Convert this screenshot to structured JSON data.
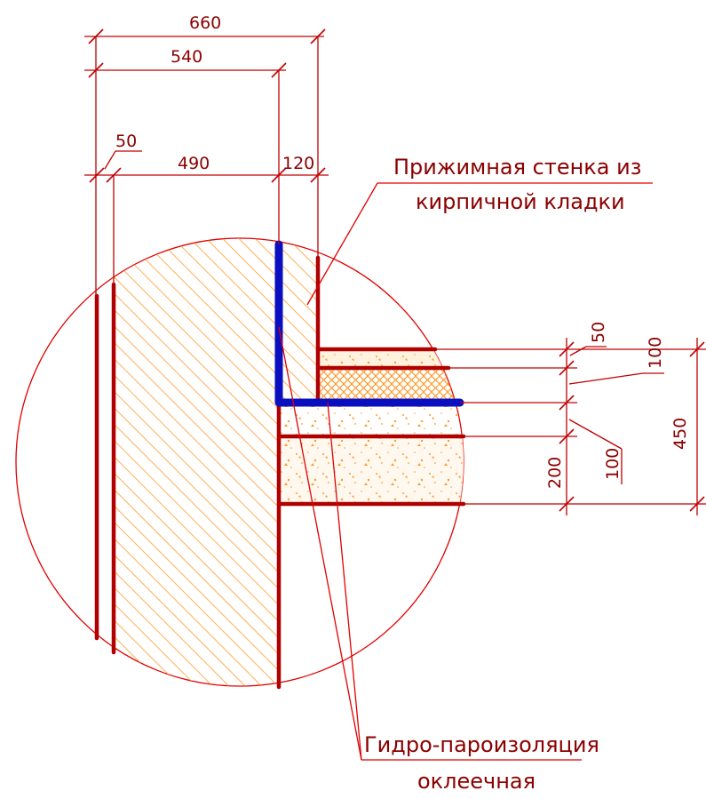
{
  "dimensions": {
    "top_660": "660",
    "top_540": "540",
    "d_50_left": "50",
    "d_490": "490",
    "d_120": "120",
    "r_50": "50",
    "r_100_top": "100",
    "r_450": "450",
    "r_200": "200",
    "r_100_bottom": "100"
  },
  "labels": {
    "brick_wall_line1": "Прижимная стенка из",
    "brick_wall_line2": "кирпичной кладки",
    "waterproofing_line1": "Гидро-пароизоляция",
    "waterproofing_line2": "оклеечная"
  },
  "colors": {
    "outline": "#b00000",
    "membrane": "#0a10c0",
    "hatch": "#ff9a2e",
    "text": "#8b0000"
  }
}
